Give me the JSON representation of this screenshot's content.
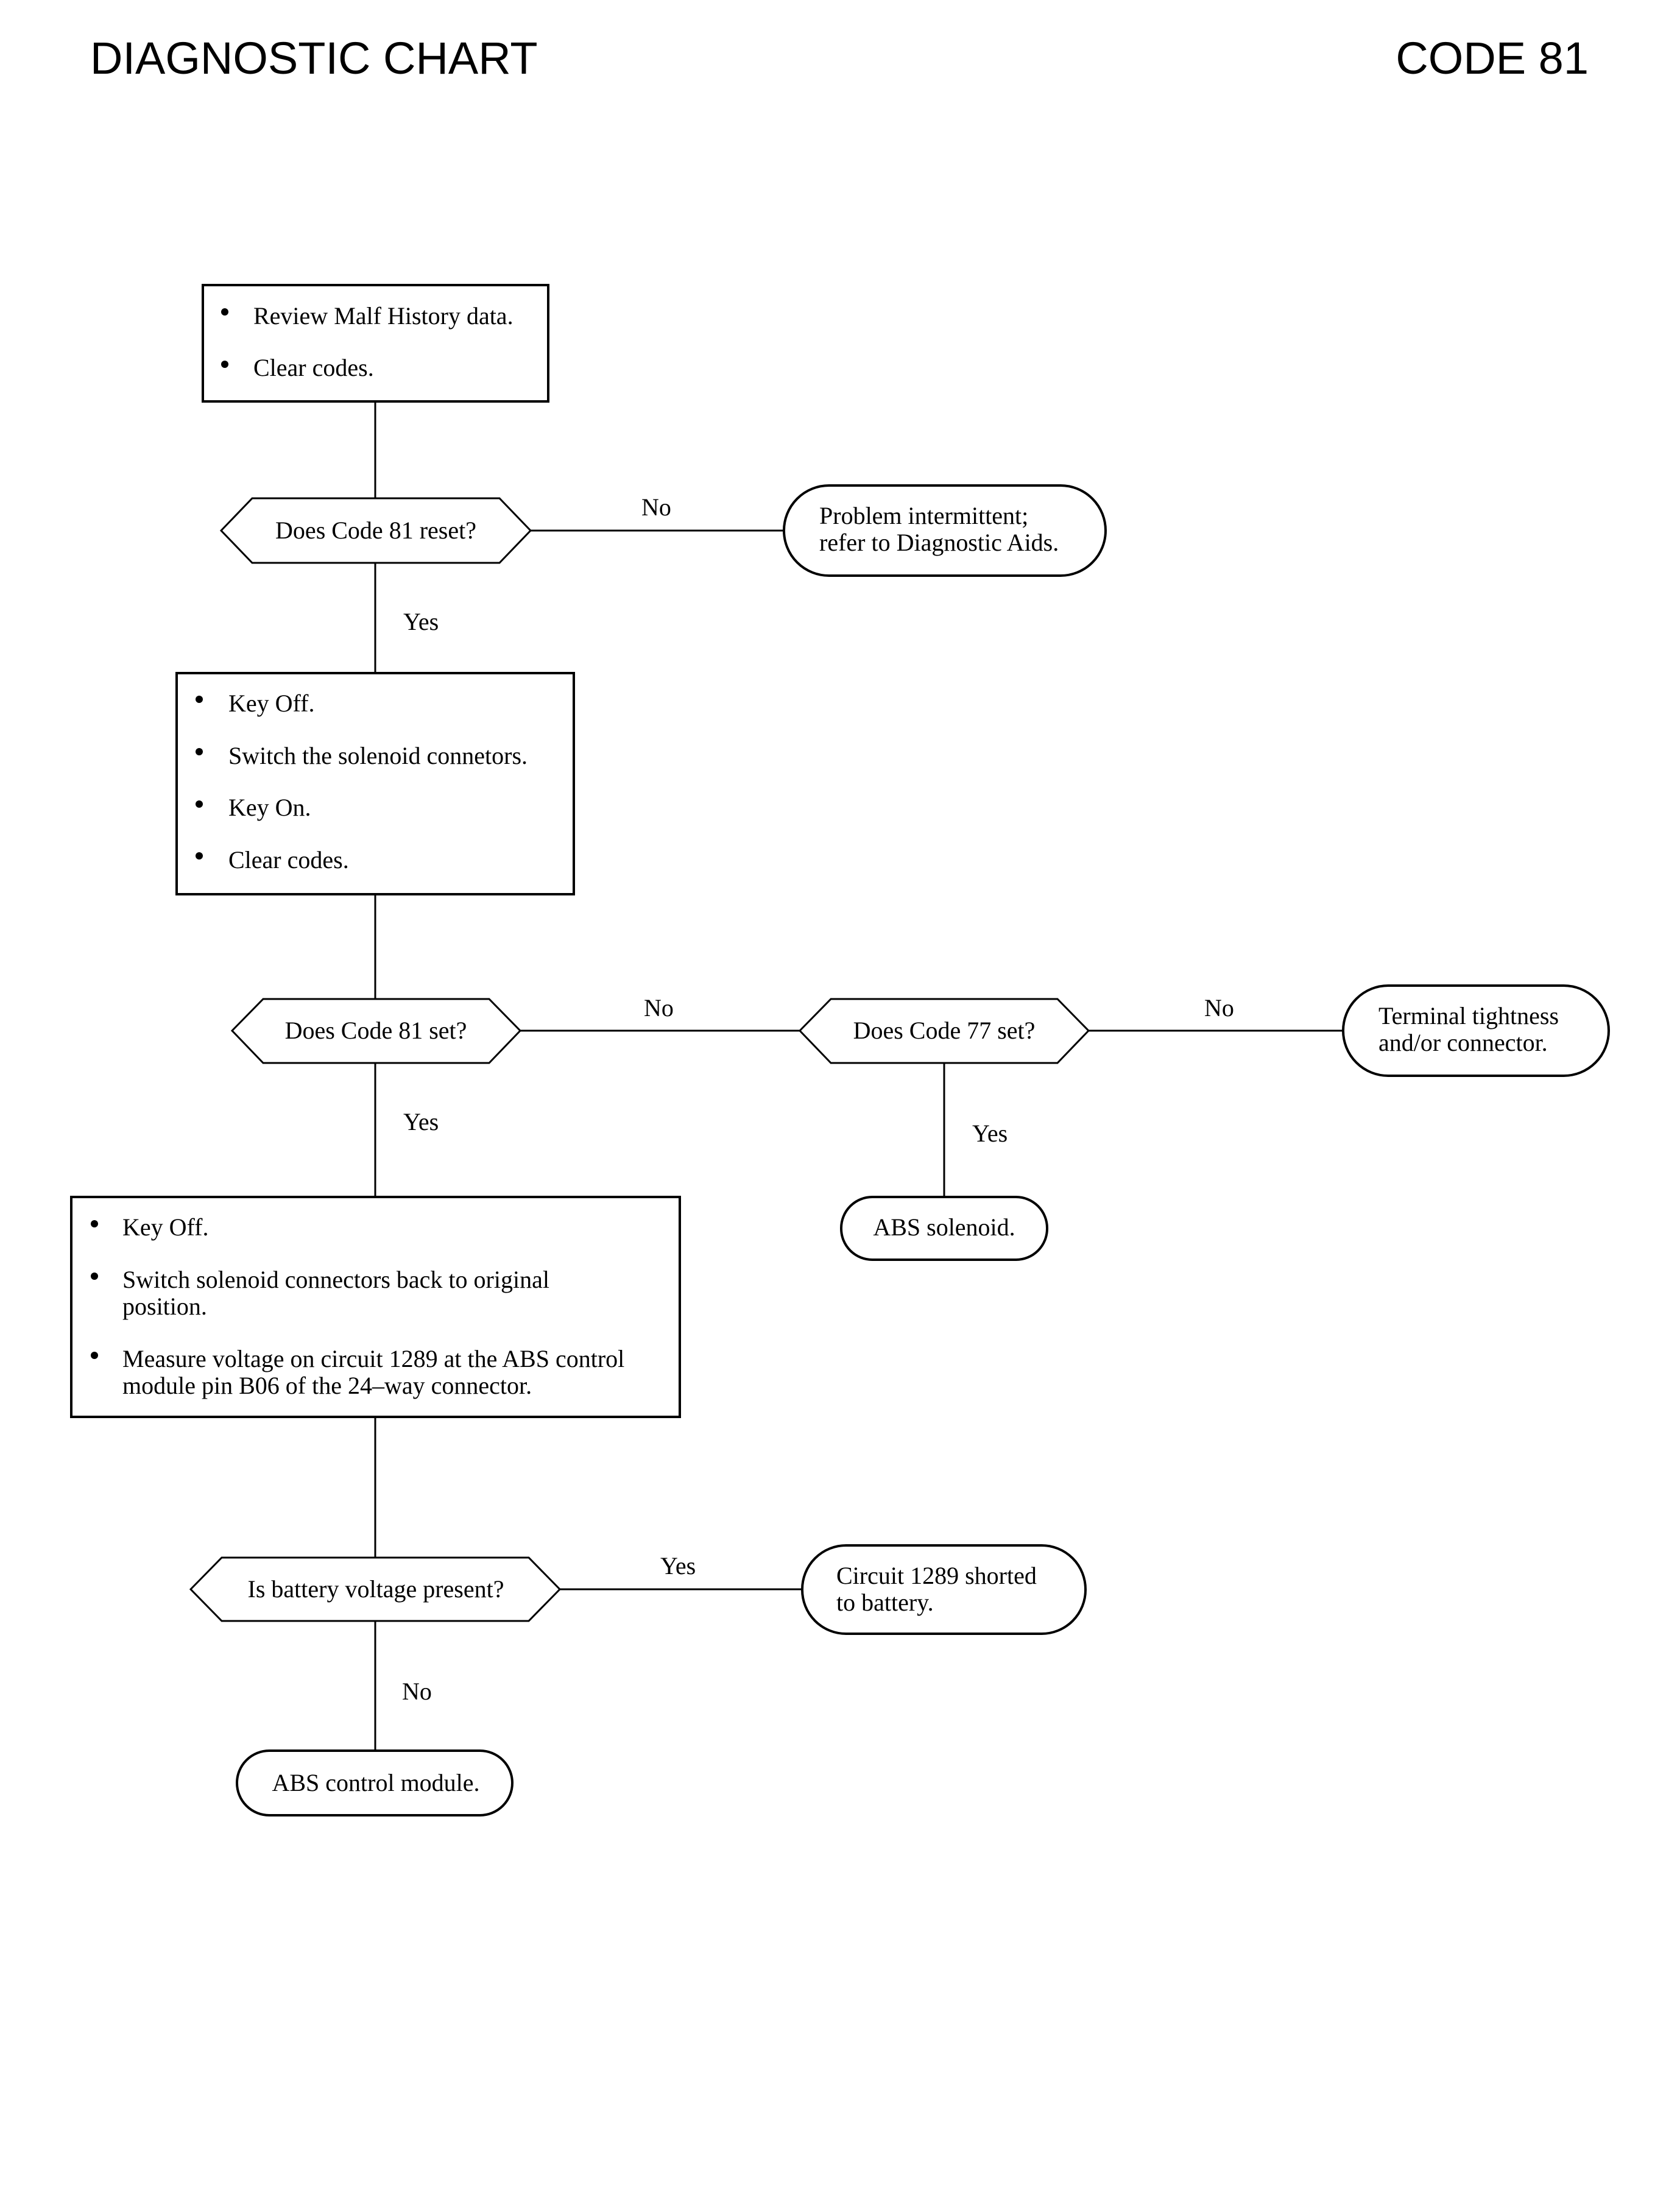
{
  "header": {
    "title": "DIAGNOSTIC CHART",
    "code": "CODE 81"
  },
  "flowchart": {
    "steps": {
      "step1": {
        "items": [
          "Review Malf History data.",
          "Clear codes."
        ]
      },
      "q1": {
        "text": "Does Code 81 reset?"
      },
      "end_intermittent": {
        "lines": [
          "Problem intermittent;",
          "refer to Diagnostic Aids."
        ]
      },
      "step2": {
        "items": [
          "Key Off.",
          "Switch the solenoid connetors.",
          "Key On.",
          "Clear codes."
        ]
      },
      "q2": {
        "text": "Does Code 81 set?"
      },
      "q3": {
        "text": "Does Code 77 set?"
      },
      "end_terminal": {
        "lines": [
          "Terminal tightness",
          "and/or connector."
        ]
      },
      "end_solenoid": {
        "lines": [
          "ABS solenoid."
        ]
      },
      "step3": {
        "items": [
          [
            "Key Off."
          ],
          [
            "Switch solenoid connectors back to original",
            "position."
          ],
          [
            "Measure voltage on circuit 1289 at the ABS control",
            "module pin B06 of the 24–way connector."
          ]
        ]
      },
      "q4": {
        "text": "Is battery voltage present?"
      },
      "end_circuit": {
        "lines": [
          "Circuit 1289 shorted",
          "to battery."
        ]
      },
      "end_module": {
        "lines": [
          "ABS control module."
        ]
      }
    },
    "branch_labels": {
      "q1_no": "No",
      "q1_yes": "Yes",
      "q2_no": "No",
      "q2_yes": "Yes",
      "q3_no": "No",
      "q3_yes": "Yes",
      "q4_yes": "Yes",
      "q4_no": "No"
    }
  }
}
